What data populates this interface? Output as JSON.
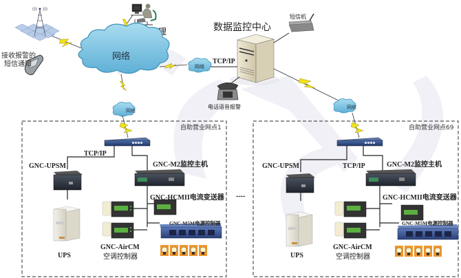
{
  "diagram": {
    "title": "数据监控中心",
    "center": {
      "server_label": "数据监控中心",
      "sms_device_label": "短信机",
      "tcpip_label": "TCP/IP",
      "phone_label": "电话语音报警",
      "link_cloud_label": "网络"
    },
    "internet": {
      "cloud_label": "网络",
      "remote_label": "远程管理",
      "sms_notice_label": "接收报警的\n短信通知",
      "sms_notice_line1": "接收报警的",
      "sms_notice_line2": "短信通知"
    },
    "sites": [
      {
        "name": "自助营业网点1",
        "cloud_label": "网络",
        "tcpip_label": "TCP/IP",
        "upsm_label": "GNC-UPSM",
        "m2_label": "GNC-M2监控主机",
        "hcm_label": "GNC-HCMII电流变送器",
        "m5m_label": "GNC-M5M电源控制器",
        "ups_label": "UPS",
        "aircm_label1": "GNC-AirCM",
        "aircm_label2": "空调控制器"
      },
      {
        "name": "自助营业网点69",
        "cloud_label": "网络",
        "tcpip_label": "TCP/IP",
        "upsm_label": "GNC-UPSM",
        "m2_label": "GNC-M2监控主机",
        "hcm_label": "GNC-HCMII电流变送器",
        "m5m_label": "GNC-M5M电源控制器",
        "ups_label": "UPS",
        "aircm_label1": "GNC-AirCM",
        "aircm_label2": "空调控制器"
      }
    ],
    "ellipsis": "----",
    "colors": {
      "cloud": "#7fc4e0",
      "cloud_dark": "#3b8fb8",
      "lightning": "#f2e21c",
      "device_dark": "#2d3440",
      "switch_blue": "#2f4f8a",
      "bulb_orange": "#f0962a",
      "watermark": "#e6e6f2",
      "dashed_border": "#555555"
    }
  }
}
